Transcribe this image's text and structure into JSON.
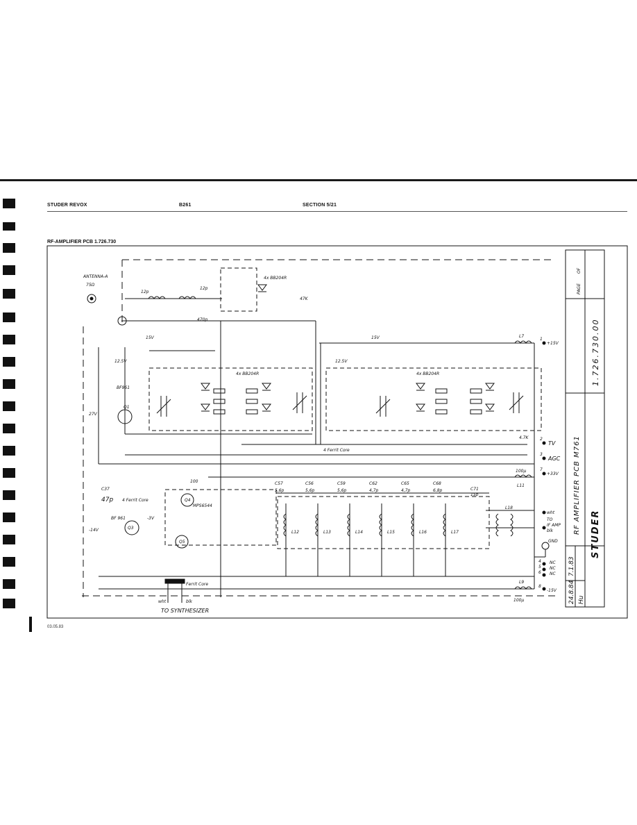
{
  "header": {
    "brand": "STUDER REVOX",
    "model": "B261",
    "section": "SECTION 5/21"
  },
  "title": "RF-AMPLIFIER PCB 1.726.730",
  "footer_date": "03.05.83",
  "title_block": {
    "company": "STUDER",
    "drawing_title": "RF AMPLIFIER PCB M761",
    "drawing_number": "1.726.730.00",
    "page_label": "PAGE",
    "of_label": "OF",
    "date1": "7.1.83",
    "date2": "24.8.84",
    "initials": "Hu"
  },
  "connectors": {
    "antenna": "ANTENNA-A",
    "antenna_impedance": "75Ω",
    "c1": "1",
    "c1_label": "+15V",
    "c2": "2",
    "c2_label": "TV",
    "c3": "3",
    "c3_label": "AGC",
    "c7": "7",
    "c7_label": "+33V",
    "to_fe": "TO",
    "fe_amp": "IF AMP",
    "wht": "wht",
    "blk": "blk",
    "gnd": "GND",
    "c4": "4",
    "c5": "5",
    "c6": "6",
    "nc": "NC",
    "c8": "8",
    "c8_label": "-15V",
    "to_synth": "TO SYNTHESIZER",
    "wht2": "wht",
    "blk2": "blk"
  },
  "labels": {
    "ferrit_core_1": "4 Ferrit Core",
    "ferrit_core_2": "4 Ferrit Core",
    "ferrit_core_3": "Ferrit Core",
    "bf961": "BF961",
    "bf961b": "BF 961",
    "q1": "Q1",
    "q3": "Q3",
    "q4": "Q4",
    "q5": "Q5",
    "mps": "MPS6544",
    "v15": "15V",
    "v15b": "15V",
    "v12_5": "12.5V",
    "v12_5b": "12.5V",
    "v3": "-3V",
    "v14": "-14V",
    "v27": "27V",
    "diodes1": "4x BB204R",
    "diodes2": "4x BB204R",
    "diodes3": "4x BB204R",
    "c470p": "470p",
    "c12p_a": "12p",
    "c12p_b": "12p",
    "k47": "47K",
    "k47b": "4.7K",
    "k100": "100",
    "uh100": "100µ",
    "uh100b": "100µ",
    "l7": "L7",
    "l11": "L11",
    "l9": "L9",
    "l18": "L18",
    "c37": "C37",
    "c37v": "47p",
    "caps_row": [
      "C57",
      "C56",
      "C59",
      "C62",
      "C65",
      "C68",
      "C71"
    ],
    "caps_vals": [
      "5,6p",
      "5,6p",
      "5,6p",
      "4,7p",
      "4,7p",
      "6,8p",
      "15p"
    ],
    "coils": [
      "L12",
      "L13",
      "L14",
      "L15",
      "L16",
      "L17"
    ]
  },
  "colors": {
    "ink": "#111111",
    "paper": "#ffffff"
  }
}
